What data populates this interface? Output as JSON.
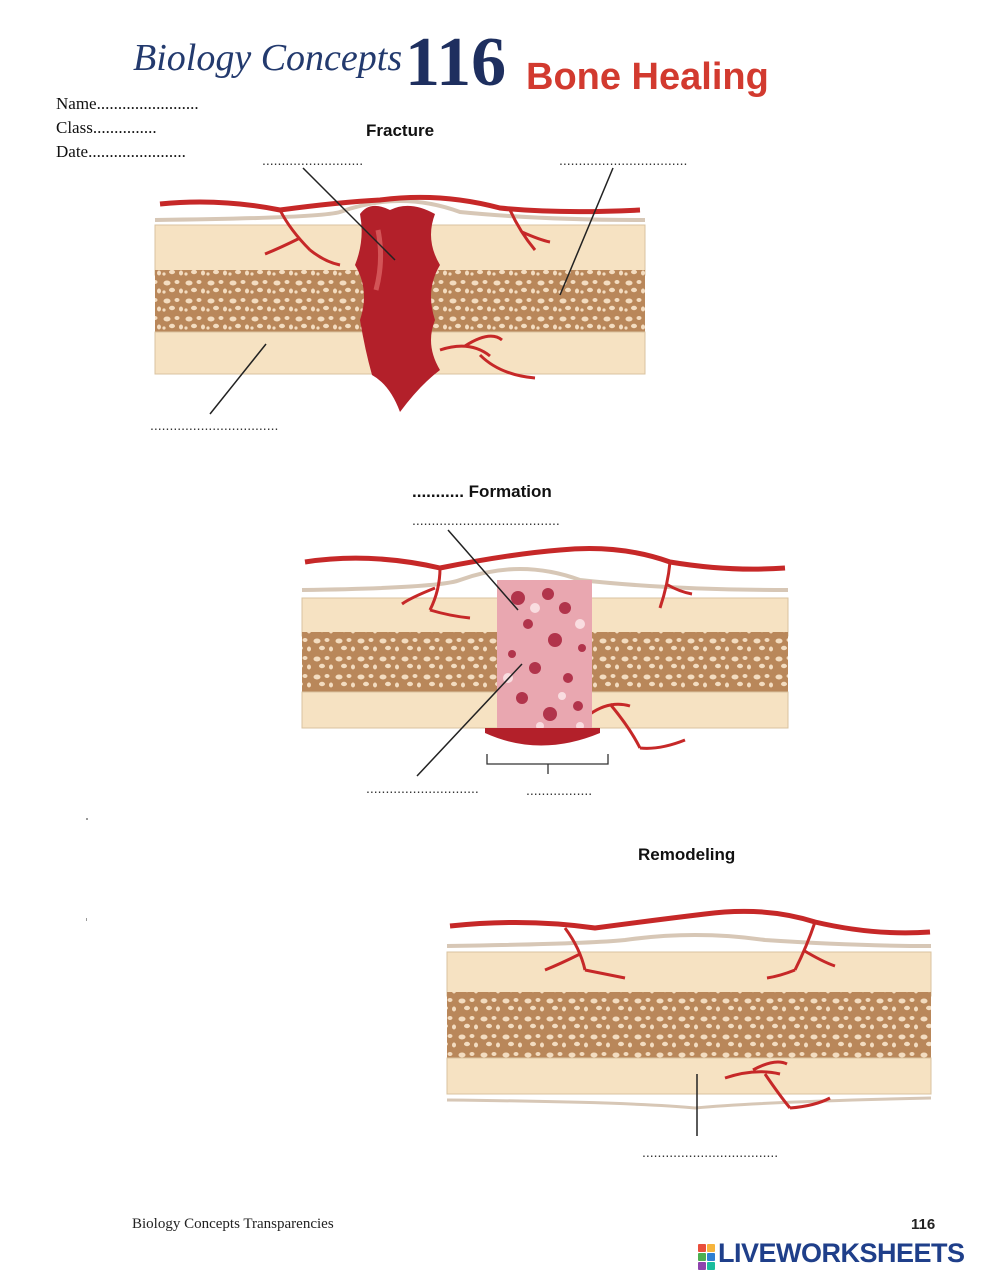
{
  "header": {
    "series": "Biology Concepts",
    "number": "116",
    "title": "Bone Healing"
  },
  "student_fields": {
    "name": "Name........................",
    "class": "Class...............",
    "date": "Date......................."
  },
  "stages": {
    "fracture": {
      "title": "Fracture",
      "blank_top_left": "..........................",
      "blank_top_right": ".................................",
      "blank_bottom_left": "................................."
    },
    "formation": {
      "title": "........... Formation",
      "blank_top": "......................................",
      "blank_bottom_left": ".............................",
      "blank_bottom_right": "................."
    },
    "remodeling": {
      "title": "Remodeling",
      "blank_bottom": "..................................."
    }
  },
  "footer": {
    "source": "Biology Concepts Transparencies",
    "page": "116",
    "brand": "LIVEWORKSHEETS"
  },
  "colors": {
    "series_blue": "#233a6e",
    "title_red": "#d23a2f",
    "vessel_red": "#c62828",
    "compact_bone": "#f6e2c2",
    "spongy_bone": "#b07a4c",
    "clot_red": "#b3202a",
    "callus_pink": "#e9a7b0"
  }
}
